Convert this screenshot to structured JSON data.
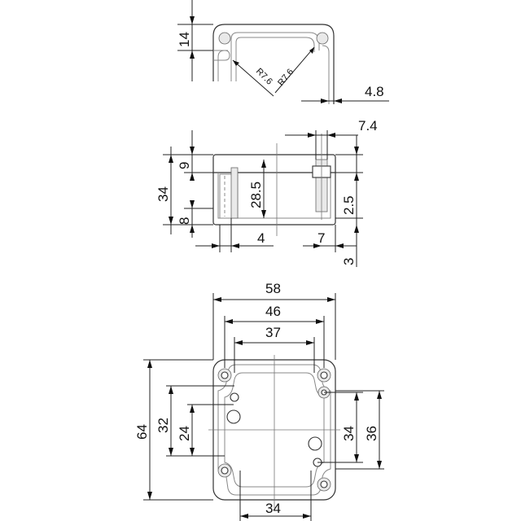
{
  "top_view": {
    "dim_height": "14",
    "radius_left": "R7.6",
    "radius_right": "R7.6",
    "dim_wall": "4.8"
  },
  "side_view": {
    "dim_overall": "34",
    "dim_top": "9",
    "dim_bottom": "8",
    "dim_inner": "28.5",
    "dim_offset_left": "4",
    "dim_offset_right": "7",
    "dim_top_right": "7.4",
    "dim_insert": "2.5",
    "dim_base": "3"
  },
  "bottom_view": {
    "dim_width_outer": "58",
    "dim_width_mid": "46",
    "dim_width_inner": "37",
    "dim_width_bottom": "34",
    "dim_height_outer": "64",
    "dim_height_left_a": "32",
    "dim_height_left_b": "24",
    "dim_height_right_a": "34",
    "dim_height_right_b": "36"
  }
}
